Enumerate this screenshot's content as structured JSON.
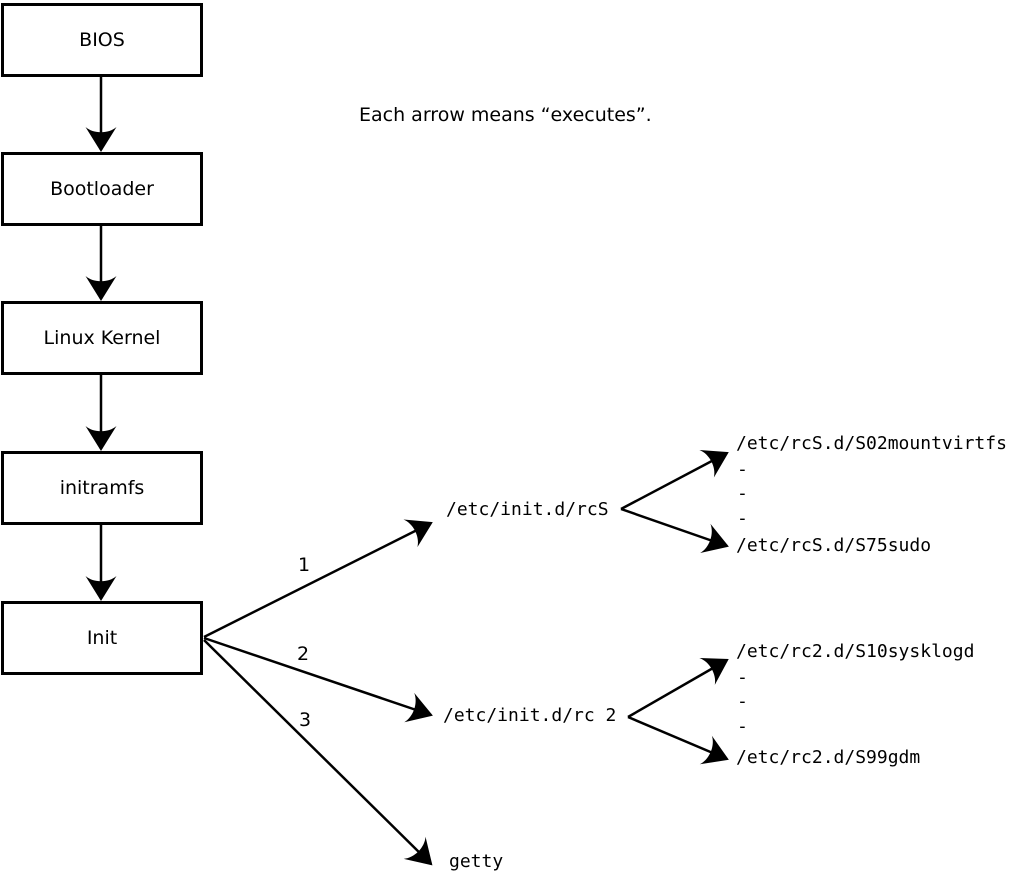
{
  "annotation": "Each arrow means “executes”.",
  "colors": {
    "line": "#000000",
    "background": "#ffffff"
  },
  "boxes": [
    {
      "label": "BIOS"
    },
    {
      "label": "Bootloader"
    },
    {
      "label": "Linux Kernel"
    },
    {
      "label": "initramfs"
    },
    {
      "label": "Init"
    }
  ],
  "branches": [
    {
      "number": "1",
      "target": "/etc/init.d/rcS"
    },
    {
      "number": "2",
      "target": "/etc/init.d/rc 2"
    },
    {
      "number": "3",
      "target": "getty"
    }
  ],
  "rcs_children": [
    "/etc/rcS.d/S02mountvirtfs",
    "-",
    "-",
    "-",
    "/etc/rcS.d/S75sudo"
  ],
  "rc2_children": [
    "/etc/rc2.d/S10sysklogd",
    "-",
    "-",
    "-",
    "/etc/rc2.d/S99gdm"
  ]
}
